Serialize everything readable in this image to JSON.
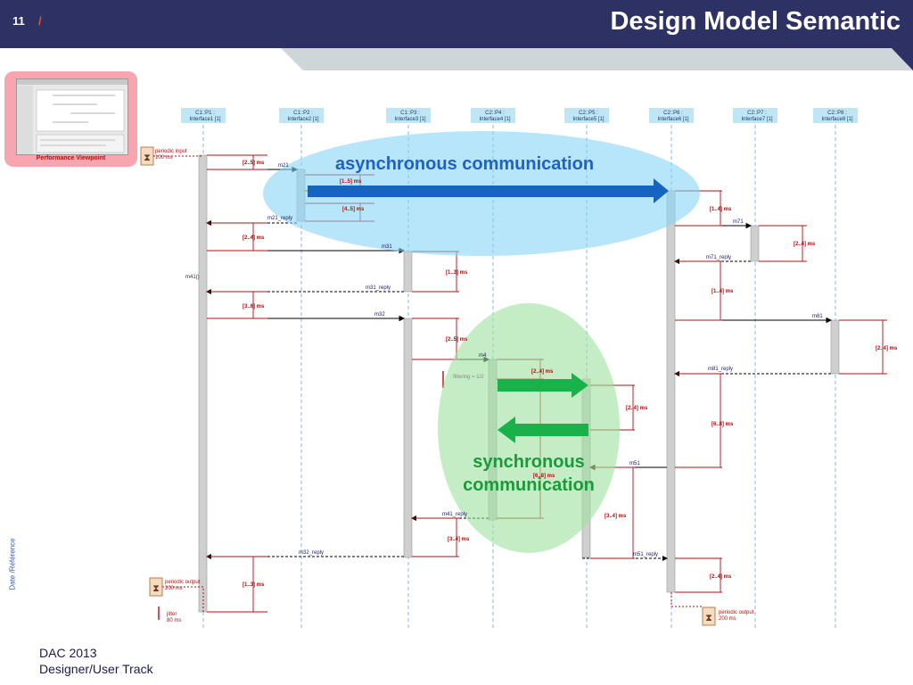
{
  "header": {
    "slide_number": "11",
    "separator": "/",
    "title": "Design Model Semantic"
  },
  "sidebar": {
    "vertical_text": "Date /Référence"
  },
  "footer": {
    "line1": "DAC 2013",
    "line2": "Designer/User Track"
  },
  "thumbnail": {
    "label": "Performance Viewpoint"
  },
  "callouts": {
    "async_label": "asynchronous communication",
    "sync_label_line1": "synchronous",
    "sync_label_line2": "communication"
  },
  "lifelines": [
    {
      "name": "C1::P1 :",
      "iface": "Interface1 [1]"
    },
    {
      "name": "C1::P2 :",
      "iface": "Interface2 [1]"
    },
    {
      "name": "C1::P3 :",
      "iface": "Interface3 [1]"
    },
    {
      "name": "C2::P4 :",
      "iface": "Interface4 [1]"
    },
    {
      "name": "C2::P5 :",
      "iface": "Interface5 [1]"
    },
    {
      "name": "C2::P6 :",
      "iface": "Interface6 [1]"
    },
    {
      "name": "C2::P7 :",
      "iface": "Interface7 [1]"
    },
    {
      "name": "C2::P8 :",
      "iface": "Interface8 [1]"
    }
  ],
  "events": {
    "periodic_input": "periodic input",
    "periodic_input_period": "100 ms",
    "periodic_output_left": "periodic output",
    "periodic_output_left_period": "200 ms",
    "jitter": "jitter",
    "jitter_value": "80 ms",
    "periodic_output_right": "periodic output",
    "periodic_output_right_period": "200 ms",
    "filtering": "filtering = 1/2",
    "m41_label": "m41()"
  },
  "messages": [
    {
      "label": "m21"
    },
    {
      "label": "m21_reply"
    },
    {
      "label": "m31"
    },
    {
      "label": "m31_reply"
    },
    {
      "label": "m32"
    },
    {
      "label": "m32_reply"
    },
    {
      "label": "m4"
    },
    {
      "label": "m41_reply"
    },
    {
      "label": "m51"
    },
    {
      "label": "m51_reply"
    },
    {
      "label": "m71"
    },
    {
      "label": "m71_reply"
    },
    {
      "label": "m81"
    },
    {
      "label": "m81_reply"
    }
  ],
  "durations": [
    {
      "label": "[2..5] ms"
    },
    {
      "label": "[1..5] ms"
    },
    {
      "label": "[4..5] ms"
    },
    {
      "label": "[2..4] ms"
    },
    {
      "label": "[1..3] ms"
    },
    {
      "label": "[3..6] ms"
    },
    {
      "label": "[2..5] ms"
    },
    {
      "label": "[2..4] ms"
    },
    {
      "label": "[2..4] ms"
    },
    {
      "label": "[6..8] ms"
    },
    {
      "label": "[3..4] ms"
    },
    {
      "label": "[3..4] ms"
    },
    {
      "label": "[1..4] ms"
    },
    {
      "label": "[1..4] ms"
    },
    {
      "label": "[2..4] ms"
    },
    {
      "label": "[6..8] ms"
    },
    {
      "label": "[2..4] ms"
    },
    {
      "label": "[1..3] ms"
    },
    {
      "label": "[2..4] ms"
    }
  ],
  "colors": {
    "header_bg": "#2e3164",
    "async": "#1565c0",
    "sync": "#19b24a",
    "duration": "#b01010"
  }
}
